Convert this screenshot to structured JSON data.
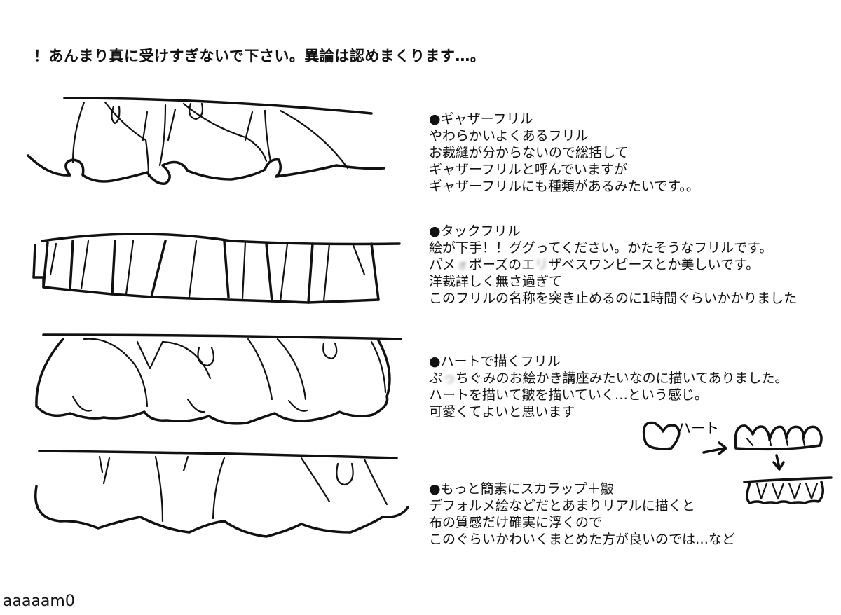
{
  "warning": "！あんまり真に受けすぎないで下さい。異論は認めまくります…。",
  "sections": [
    {
      "title": "●ギャザーフリル",
      "lines": [
        "やわらかいよくあるフリル",
        "お裁縫が分からないので総括して",
        "ギャザーフリルと呼んでいますが",
        "ギャザーフリルにも種類があるみたいです。。"
      ]
    },
    {
      "title": "●タックフリル",
      "lines": [
        "絵が下手！！ググってください。かたそうなフリルです。",
        "パメ",
        "洋裁詳しく無さ過ぎて",
        "このフリルの名称を突き止めるのに1時間ぐらいかかりました"
      ],
      "line2_parts": [
        "パメ",
        "ォ",
        "ポーズのエ",
        "リ",
        "ザベスワンピースとか美しいです。"
      ]
    },
    {
      "title": "●ハートで描くフリル",
      "line1_parts": [
        "ぷ",
        "っ",
        "ちぐみのお絵かき講座みたいなのに描いてありました。"
      ],
      "lines": [
        "ハートを描いて皺を描いていく…という感じ。",
        "可愛くてよいと思います"
      ]
    },
    {
      "title": "●もっと簡素にスカラップ＋皺",
      "lines": [
        "デフォルメ絵などだとあまりリアルに描くと",
        "布の質感だけ確実に浮くので",
        "このぐらいかわいくまとめた方が良いのでは…など"
      ]
    }
  ],
  "mini_diagram_label": "ハート",
  "signature": "aaaaam0"
}
